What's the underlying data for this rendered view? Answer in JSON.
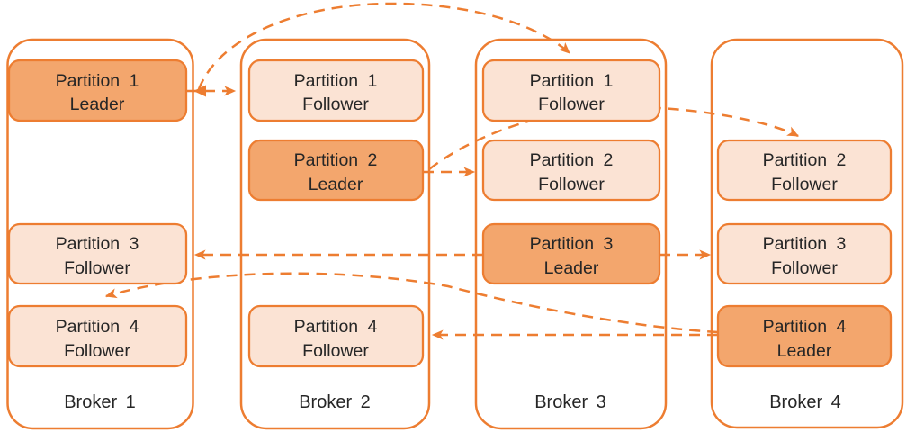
{
  "colors": {
    "accent": "#ED7D31",
    "leader_fill": "#F3A66D",
    "follower_fill": "#FBE3D4",
    "text": "#262626",
    "background": "#FFFFFF"
  },
  "brokers": [
    {
      "label": "Broker 1",
      "partitions": [
        {
          "title": "Partition 1",
          "role": "Leader"
        },
        {
          "title": "Partition 3",
          "role": "Follower"
        },
        {
          "title": "Partition 4",
          "role": "Follower"
        }
      ]
    },
    {
      "label": "Broker 2",
      "partitions": [
        {
          "title": "Partition 1",
          "role": "Follower"
        },
        {
          "title": "Partition 2",
          "role": "Leader"
        },
        {
          "title": "Partition 4",
          "role": "Follower"
        }
      ]
    },
    {
      "label": "Broker 3",
      "partitions": [
        {
          "title": "Partition 1",
          "role": "Follower"
        },
        {
          "title": "Partition 2",
          "role": "Follower"
        },
        {
          "title": "Partition 3",
          "role": "Leader"
        }
      ]
    },
    {
      "label": "Broker 4",
      "partitions": [
        {
          "title": "Partition 2",
          "role": "Follower"
        },
        {
          "title": "Partition 3",
          "role": "Follower"
        },
        {
          "title": "Partition 4",
          "role": "Leader"
        }
      ]
    }
  ],
  "replication_arrows": [
    {
      "from": "Partition 1 Leader (Broker 1)",
      "to": "Partition 1 Follower (Broker 2)",
      "style": "dashed"
    },
    {
      "from": "Partition 1 Leader (Broker 1)",
      "to": "Partition 1 Follower (Broker 3)",
      "style": "dashed"
    },
    {
      "from": "Partition 2 Leader (Broker 2)",
      "to": "Partition 2 Follower (Broker 3)",
      "style": "dashed"
    },
    {
      "from": "Partition 2 Leader (Broker 2)",
      "to": "Partition 2 Follower (Broker 4)",
      "style": "dashed"
    },
    {
      "from": "Partition 3 Leader (Broker 3)",
      "to": "Partition 3 Follower (Broker 1)",
      "style": "dashed"
    },
    {
      "from": "Partition 3 Leader (Broker 3)",
      "to": "Partition 3 Follower (Broker 4)",
      "style": "dashed"
    },
    {
      "from": "Partition 4 Leader (Broker 4)",
      "to": "Partition 4 Follower (Broker 2)",
      "style": "dashed"
    },
    {
      "from": "Partition 4 Leader (Broker 4)",
      "to": "Partition 4 Follower (Broker 1)",
      "style": "dashed"
    }
  ]
}
